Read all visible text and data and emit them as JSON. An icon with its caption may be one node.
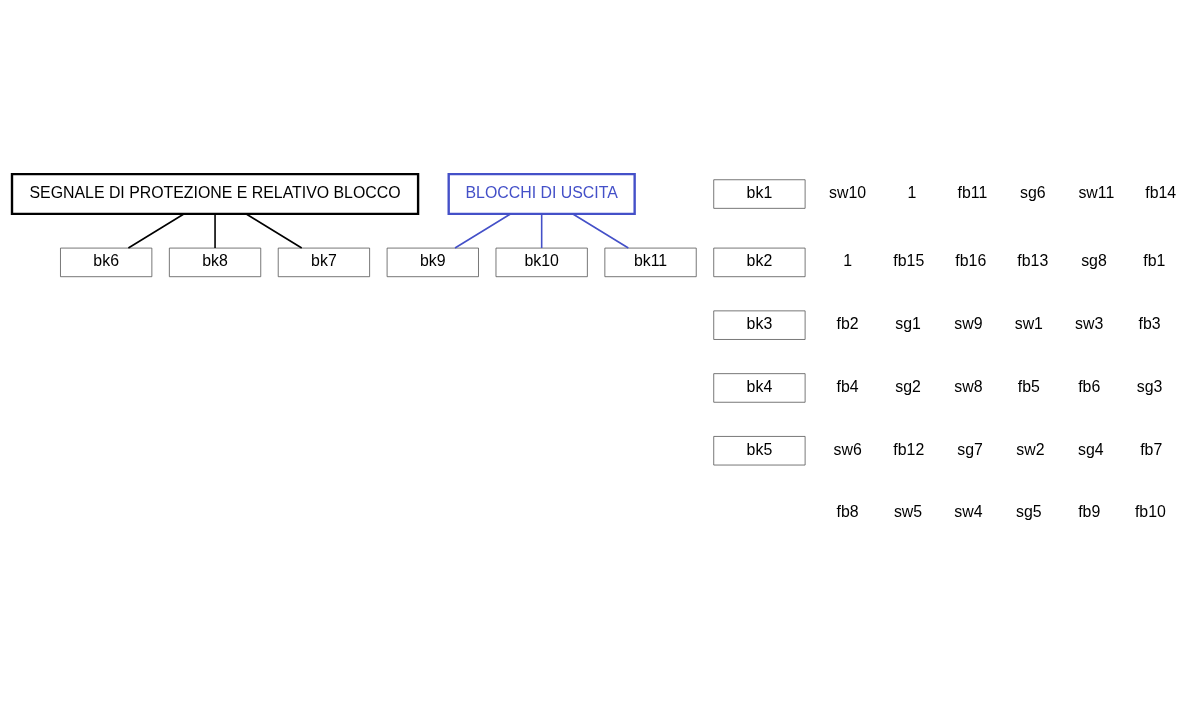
{
  "diagram": {
    "nodes": [
      {
        "text": [
          "bk6"
        ]
      },
      {
        "text": [
          "bk9"
        ]
      },
      {
        "text": [
          "bk8"
        ]
      },
      {
        "text": [
          "bk10"
        ]
      },
      {
        "text": [
          "bk11"
        ]
      },
      {
        "text": [
          "bk7"
        ]
      },
      {
        "text": [
          "bk1"
        ]
      },
      {
        "text": [
          "bk2"
        ]
      },
      {
        "text": [
          "bk3"
        ]
      },
      {
        "text": [
          "bk4"
        ]
      },
      {
        "text": [
          "bk5"
        ]
      },
      {
        "text": [
          "BLOCCHI DI USCITA"
        ]
      },
      {
        "text": [
          "SEGNALE DI PROTEZIONE E RELATIVO BLOCCO"
        ]
      }
    ],
    "edges": [
      {
        "from": 11,
        "to": 4,
        "arrow": "none",
        "color": "#4450c8"
      },
      {
        "from": 11,
        "to": 1,
        "arrow": "none",
        "color": "#4450c8"
      },
      {
        "from": 11,
        "to": 3,
        "arrow": "none",
        "color": "#4450c8"
      },
      {
        "from": 12,
        "to": 0,
        "arrow": "none",
        "color": "#000000"
      },
      {
        "from": 12,
        "to": 2,
        "arrow": "none",
        "color": "#000000"
      },
      {
        "from": 12,
        "to": 5,
        "arrow": "none",
        "color": "#000000"
      }
    ],
    "labels": [
      "sw10",
      "1",
      "fb11",
      "sg6",
      "sw11",
      "fb14",
      "1",
      "fb15",
      "fb16",
      "fb13",
      "sg8",
      "fb1",
      "fb2",
      "sg1",
      "sw9",
      "sw1",
      "sw3",
      "fb3",
      "fb4",
      "sg2",
      "sw8",
      "fb5",
      "fb6",
      "sg3",
      "sw6",
      "fb12",
      "sg7",
      "sw2",
      "sg4",
      "fb7",
      "fb8",
      "sw5",
      "sw4",
      "sg5",
      "fb9",
      "fb10"
    ]
  }
}
